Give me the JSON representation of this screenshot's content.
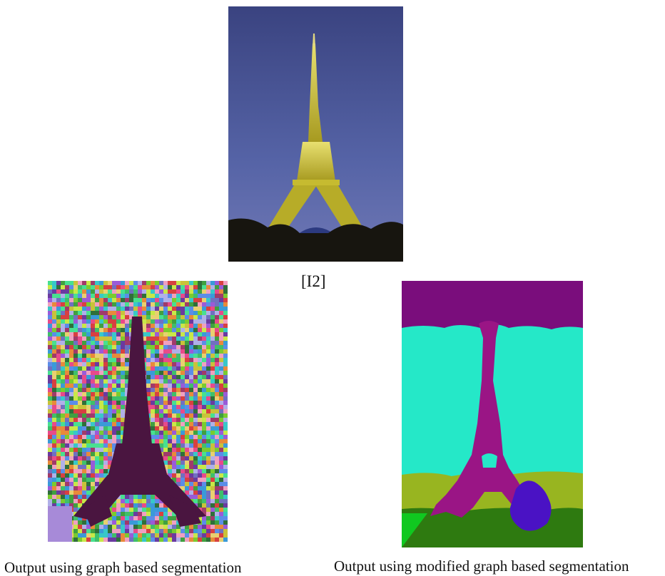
{
  "figure": {
    "image_label": "[I2]",
    "left_caption": "Output using graph based segmentation",
    "right_caption": "Output using modified graph based segmentation"
  },
  "colors": {
    "sky": "#4b5a9c",
    "tower_lit": "#c8c23a",
    "ground": "#1a1710",
    "graph_tower": "#4a1540",
    "seg_top": "#7a0d7c",
    "seg_sky": "#25e8c8",
    "seg_tower": "#9a1585",
    "seg_trees": "#98b520",
    "seg_blue": "#4a12c4",
    "seg_ground": "#2e7a10",
    "seg_green": "#10c820"
  }
}
